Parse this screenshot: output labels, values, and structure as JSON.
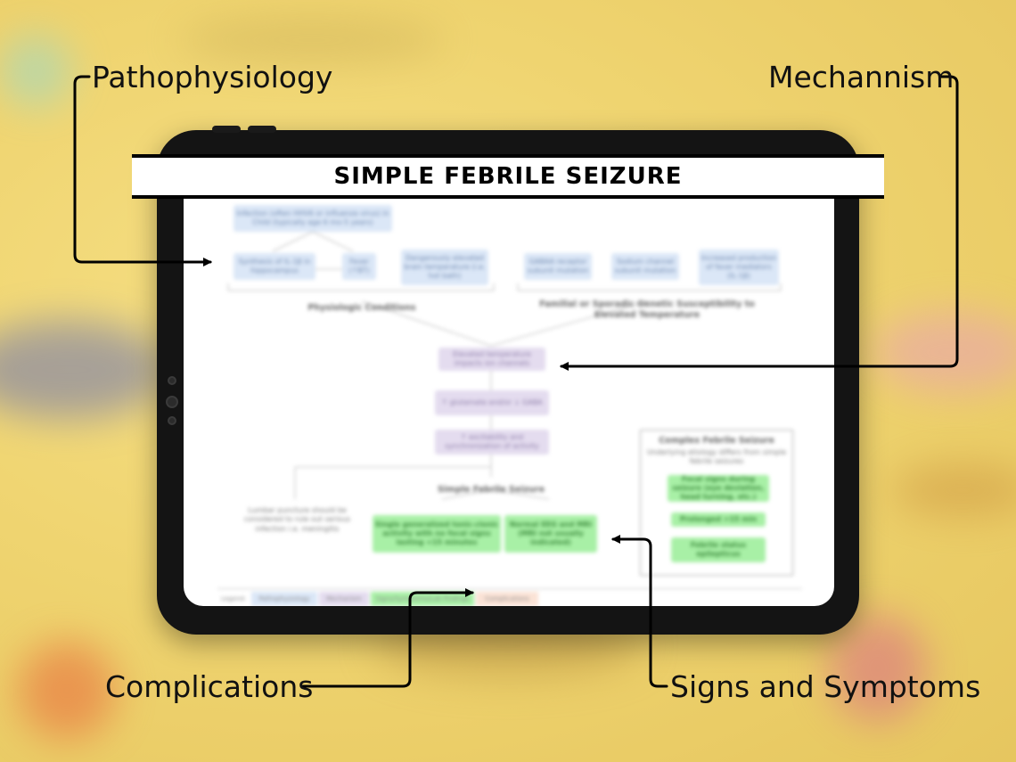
{
  "callouts": {
    "pathophysiology": "Pathophysiology",
    "mechanism": "Mechannism",
    "complications": "Complications",
    "signs": "Signs and Symptoms"
  },
  "title": "SIMPLE FEBRILE SEIZURE",
  "diagram": {
    "infection": "Infection (often HHV6 or influenza virus) in Child (typically age 6 mo-5 years)",
    "synthesis": "Synthesis of IL-1β in hippocampus",
    "fever": "Fever (↑BT)",
    "dangerous": "Dangerously elevated brain temperature (i.e. hot bath)",
    "gaba": "GABAA receptor subunit mutation",
    "sodium": "Sodium channel subunit mutation",
    "increased": "Increased production of fever mediators (IL-1β)",
    "physiologic": "Physiologic Conditions",
    "familial": "Familial or Sporadic Genetic Susceptibility to Elevated Temperature",
    "elevated": "Elevated temperature impacts ion channels",
    "glutamate": "↑ glutamate and/or ↓ GABA",
    "excitability": "↑ excitability and synchronization of activity",
    "simple": "Simple Febrile Seizure",
    "lumbar": "Lumbar puncture should be considered to rule out serious infection i.e. meningitis",
    "single": "Single generalized tonic-clonic activity with no focal signs lasting <15 minutes",
    "normal": "Normal EEG and MRI (MRI not usually indicated)",
    "complex_title": "Complex Febrile Seizure",
    "complex_sub": "Underlying etiology differs from simple febrile seizures",
    "focal": "Focal signs during seizure (eye deviation, head turning, etc.)",
    "prolonged": "Prolonged >15 min",
    "febrile_status": "Febrile status epilepticus",
    "legend": [
      "Legend:",
      "Pathophysiology",
      "Mechanism",
      "Signs/Symptoms/Lab Findings",
      "Complications"
    ]
  },
  "colors": {
    "background": "#f1d873",
    "pathophysiology": "#dbe7f7",
    "mechanism": "#e4dcef",
    "signs": "#a8f0a6",
    "complications": "#fbe3d6"
  }
}
